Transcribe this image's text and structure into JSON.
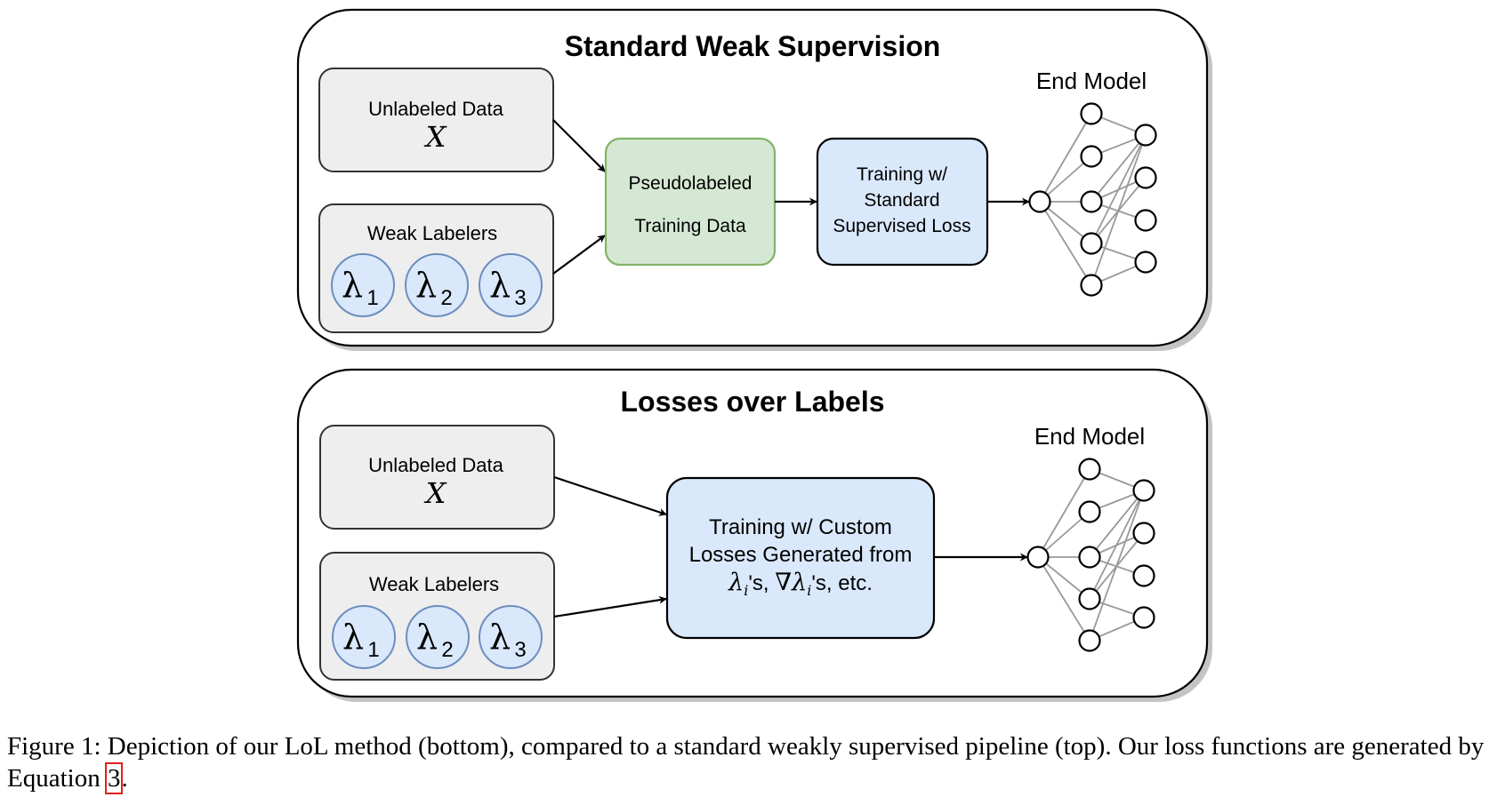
{
  "panels": [
    {
      "title": "Standard Weak Supervision",
      "unlabeled": {
        "label": "Unlabeled Data",
        "symbol": "X"
      },
      "weak_labelers": {
        "label": "Weak Labelers",
        "items": [
          "λ",
          "λ",
          "λ"
        ],
        "subs": [
          "1",
          "2",
          "3"
        ]
      },
      "pseudolabeled": {
        "line1": "Pseudolabeled",
        "line2": "Training Data"
      },
      "training": {
        "lines": [
          "Training w/",
          "Standard",
          "Supervised Loss"
        ]
      },
      "end_model": "End Model"
    },
    {
      "title": "Losses over Labels",
      "unlabeled": {
        "label": "Unlabeled Data",
        "symbol": "X"
      },
      "weak_labelers": {
        "label": "Weak Labelers",
        "items": [
          "λ",
          "λ",
          "λ"
        ],
        "subs": [
          "1",
          "2",
          "3"
        ]
      },
      "training": {
        "lines": [
          "Training w/ Custom",
          "Losses Generated from"
        ],
        "math_line": {
          "a": "λ",
          "a_sub": "i",
          "s1": "'s, ",
          "b": "∇λ",
          "b_sub": "i",
          "s2": "'s, etc."
        }
      },
      "end_model": "End Model"
    }
  ],
  "caption": {
    "text": "Figure 1: Depiction of our LoL method (bottom), compared to a standard weakly supervised pipeline (top). Our loss functions are generated by Equation ",
    "ref": "3",
    "end": "."
  },
  "colors": {
    "gray_box": "#eeeeee",
    "green_box": "#d5e8d4",
    "green_border": "#82b366",
    "blue_box": "#dae8fc",
    "blue_border": "#6c8ebf",
    "stroke": "#333333",
    "net_edge": "#999999",
    "ref_box": "#e0201a"
  }
}
